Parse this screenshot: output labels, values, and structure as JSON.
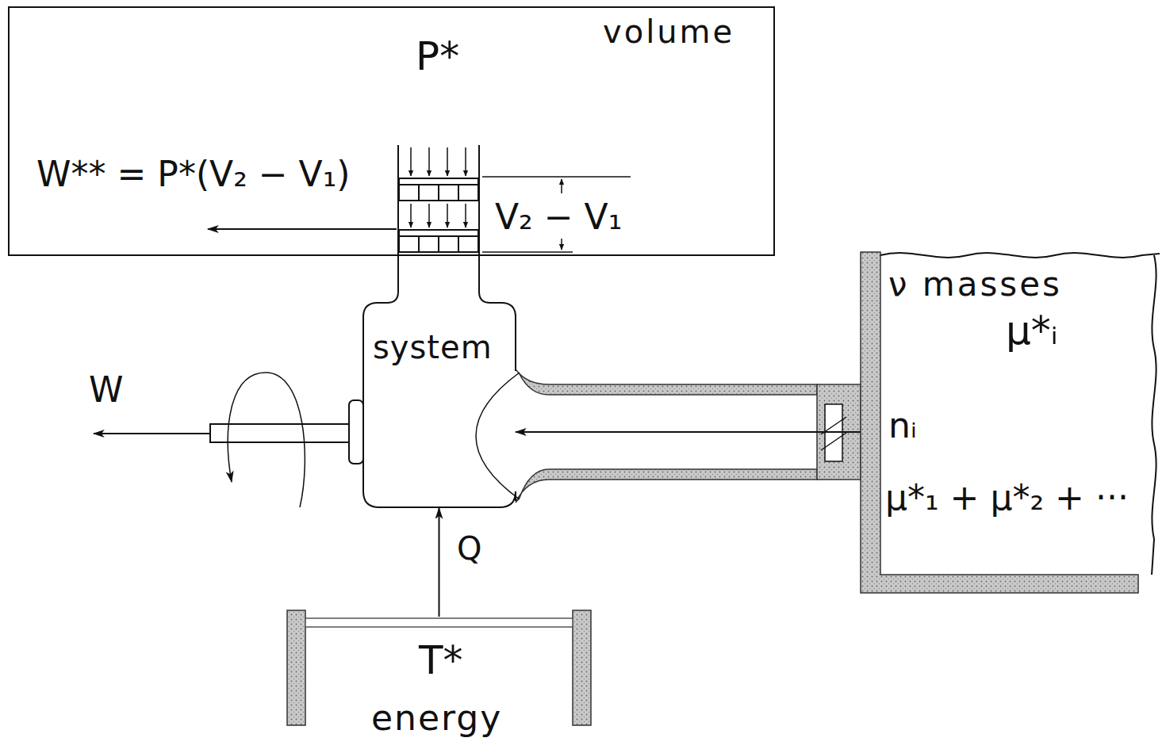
{
  "diagram": {
    "nodes": [
      {
        "text": [
          "volume",
          "P*",
          "W** = P*(V₂ − V₁)",
          "V₂ − V₁"
        ]
      },
      {
        "text": [
          "system"
        ]
      },
      {
        "text": [
          "ν masses",
          "μ*ᵢ",
          "μ*₁ + μ*₂ + ···"
        ]
      },
      {
        "text": [
          "T*",
          "energy"
        ]
      }
    ],
    "edges": [
      {
        "from": 3,
        "to": 1,
        "arrow": "to",
        "label": "Q"
      },
      {
        "from": 2,
        "to": 1,
        "arrow": "to",
        "label": "nᵢ"
      }
    ],
    "labels": [
      "W"
    ]
  }
}
